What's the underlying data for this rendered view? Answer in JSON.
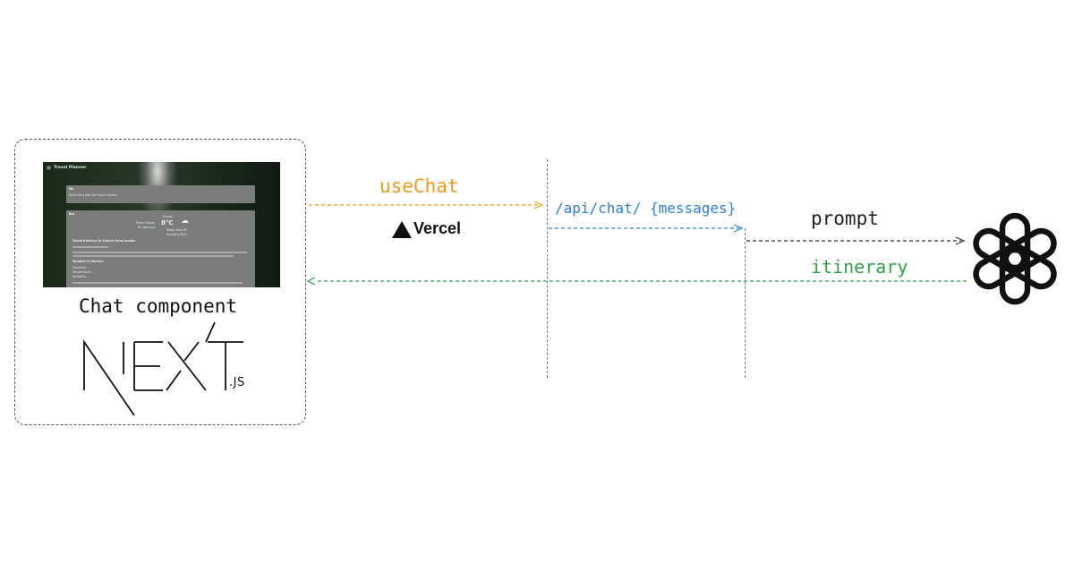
{
  "client": {
    "component_label": "Chat component",
    "framework_logo_main": "NEXT",
    "framework_logo_suffix": ".JS"
  },
  "app_screenshot": {
    "title": "Travel Planner",
    "user_role": "Me",
    "user_message": "Send me a plan for trip to London",
    "ai_role": "Bot",
    "weather": {
      "city": "Munich",
      "condition": "Partly Cloudy",
      "note": "No Warnings",
      "temperature": "8°C",
      "wind": "Wind: 4m/s SE",
      "humidity": "Humidity 80%"
    },
    "heading": "Travel Itinerary to Munich from London",
    "section": "Weather in Munich:",
    "bullets": [
      "Condition: ...",
      "Temperature: ...",
      "Humidity: ..."
    ]
  },
  "labels": {
    "usechat": "useChat",
    "vercel": "Vercel",
    "api": "/api/chat/ {messages}",
    "prompt": "prompt",
    "itinerary": "itinerary"
  },
  "colors": {
    "usechat": "#f19a18",
    "api": "#2f7fd8",
    "prompt": "#222222",
    "itinerary": "#2fa24a",
    "lifeline": "#777777"
  },
  "icons": {
    "vercel": "vercel-triangle-icon",
    "openai": "openai-logo-icon"
  }
}
